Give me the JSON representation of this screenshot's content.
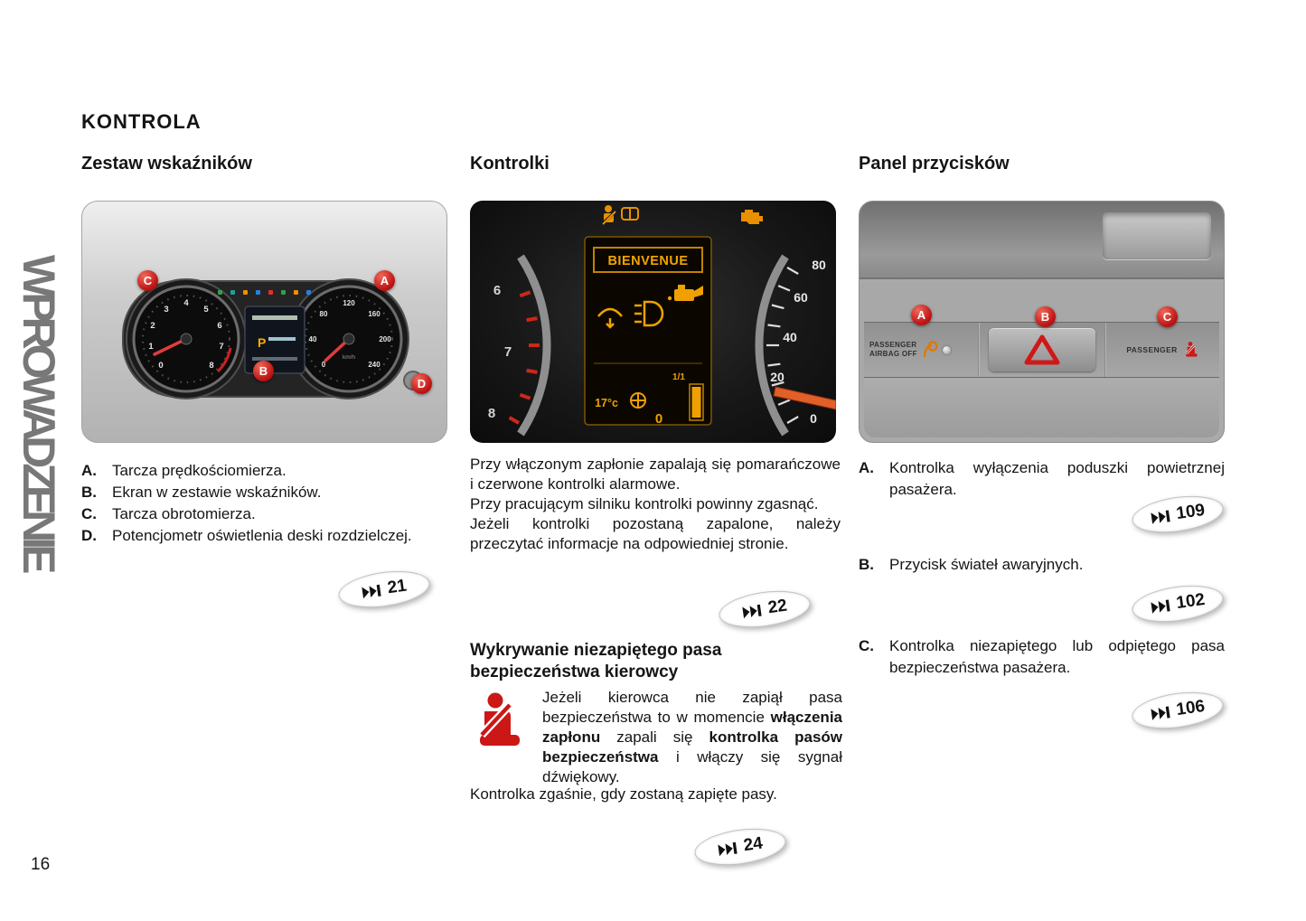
{
  "page": {
    "title": "KONTROLA",
    "side_label": "WPROWADZENIE",
    "number": "16"
  },
  "colors": {
    "accent_red": "#c01515",
    "amber": "#f0a000"
  },
  "col1": {
    "heading": "Zestaw wskaźników",
    "figure": {
      "badge_a": "A",
      "badge_b": "B",
      "badge_c": "C",
      "badge_d": "D",
      "gear_indicator": "P",
      "speed_unit": "km/h",
      "tach_numbers": [
        "0",
        "1",
        "2",
        "3",
        "4",
        "5",
        "6",
        "7",
        "8"
      ],
      "speedo_numbers": [
        "0",
        "40",
        "80",
        "120",
        "160",
        "200",
        "240"
      ]
    },
    "items": [
      {
        "letter": "A.",
        "text": "Tarcza prędkościomierza."
      },
      {
        "letter": "B.",
        "text": "Ekran w zestawie wskaźników."
      },
      {
        "letter": "C.",
        "text": "Tarcza obrotomierza."
      },
      {
        "letter": "D.",
        "text": "Potencjometr oświetlenia deski rozdzielczej."
      }
    ],
    "page_ref": "21"
  },
  "col2": {
    "heading": "Kontrolki",
    "figure": {
      "welcome_text": "BIENVENUE",
      "tach_numbers": [
        "6",
        "7",
        "8"
      ],
      "speedo_numbers": [
        "80",
        "60",
        "40",
        "20",
        "0"
      ],
      "temperature": "17°c",
      "fuel_level": "1/1",
      "trip_value": "0"
    },
    "paragraphs": [
      "Przy włączonym zapłonie zapalają się pomarańczowe i czerwone kontrolki alarmowe.",
      "Przy pracującym silniku kontrolki powinny zgasnąć.",
      "Jeżeli kontrolki pozostaną zapalone, należy przeczytać informacje na odpowiedniej stronie."
    ],
    "page_ref": "22",
    "subheading": "Wykrywanie niezapiętego pasa bezpieczeństwa kierowcy",
    "belt_paragraph": {
      "t1": "Jeżeli kierowca nie zapiął pasa bezpieczeństwa to w momencie ",
      "b1": "włączenia zapłonu",
      "t2": " zapali się ",
      "b2": "kontrolka pasów bezpieczeństwa",
      "t3": " i włączy się sygnał dźwiękowy."
    },
    "closing_paragraph": "Kontrolka zgaśnie, gdy zostaną zapięte pasy.",
    "page_ref_belt": "24"
  },
  "col3": {
    "heading": "Panel przycisków",
    "figure": {
      "badge_a": "A",
      "badge_b": "B",
      "badge_c": "C",
      "left_button_line1": "PASSENGER",
      "left_button_line2": "AIRBAG OFF",
      "right_button_label": "PASSENGER"
    },
    "items": [
      {
        "letter": "A.",
        "text": "Kontrolka wyłączenia poduszki powietrznej pasażera.",
        "page_ref": "109"
      },
      {
        "letter": "B.",
        "text": "Przycisk świateł awaryjnych.",
        "page_ref": "102"
      },
      {
        "letter": "C.",
        "text": "Kontrolka niezapiętego lub odpiętego pasa bezpieczeństwa pasażera.",
        "page_ref": "106"
      }
    ]
  }
}
